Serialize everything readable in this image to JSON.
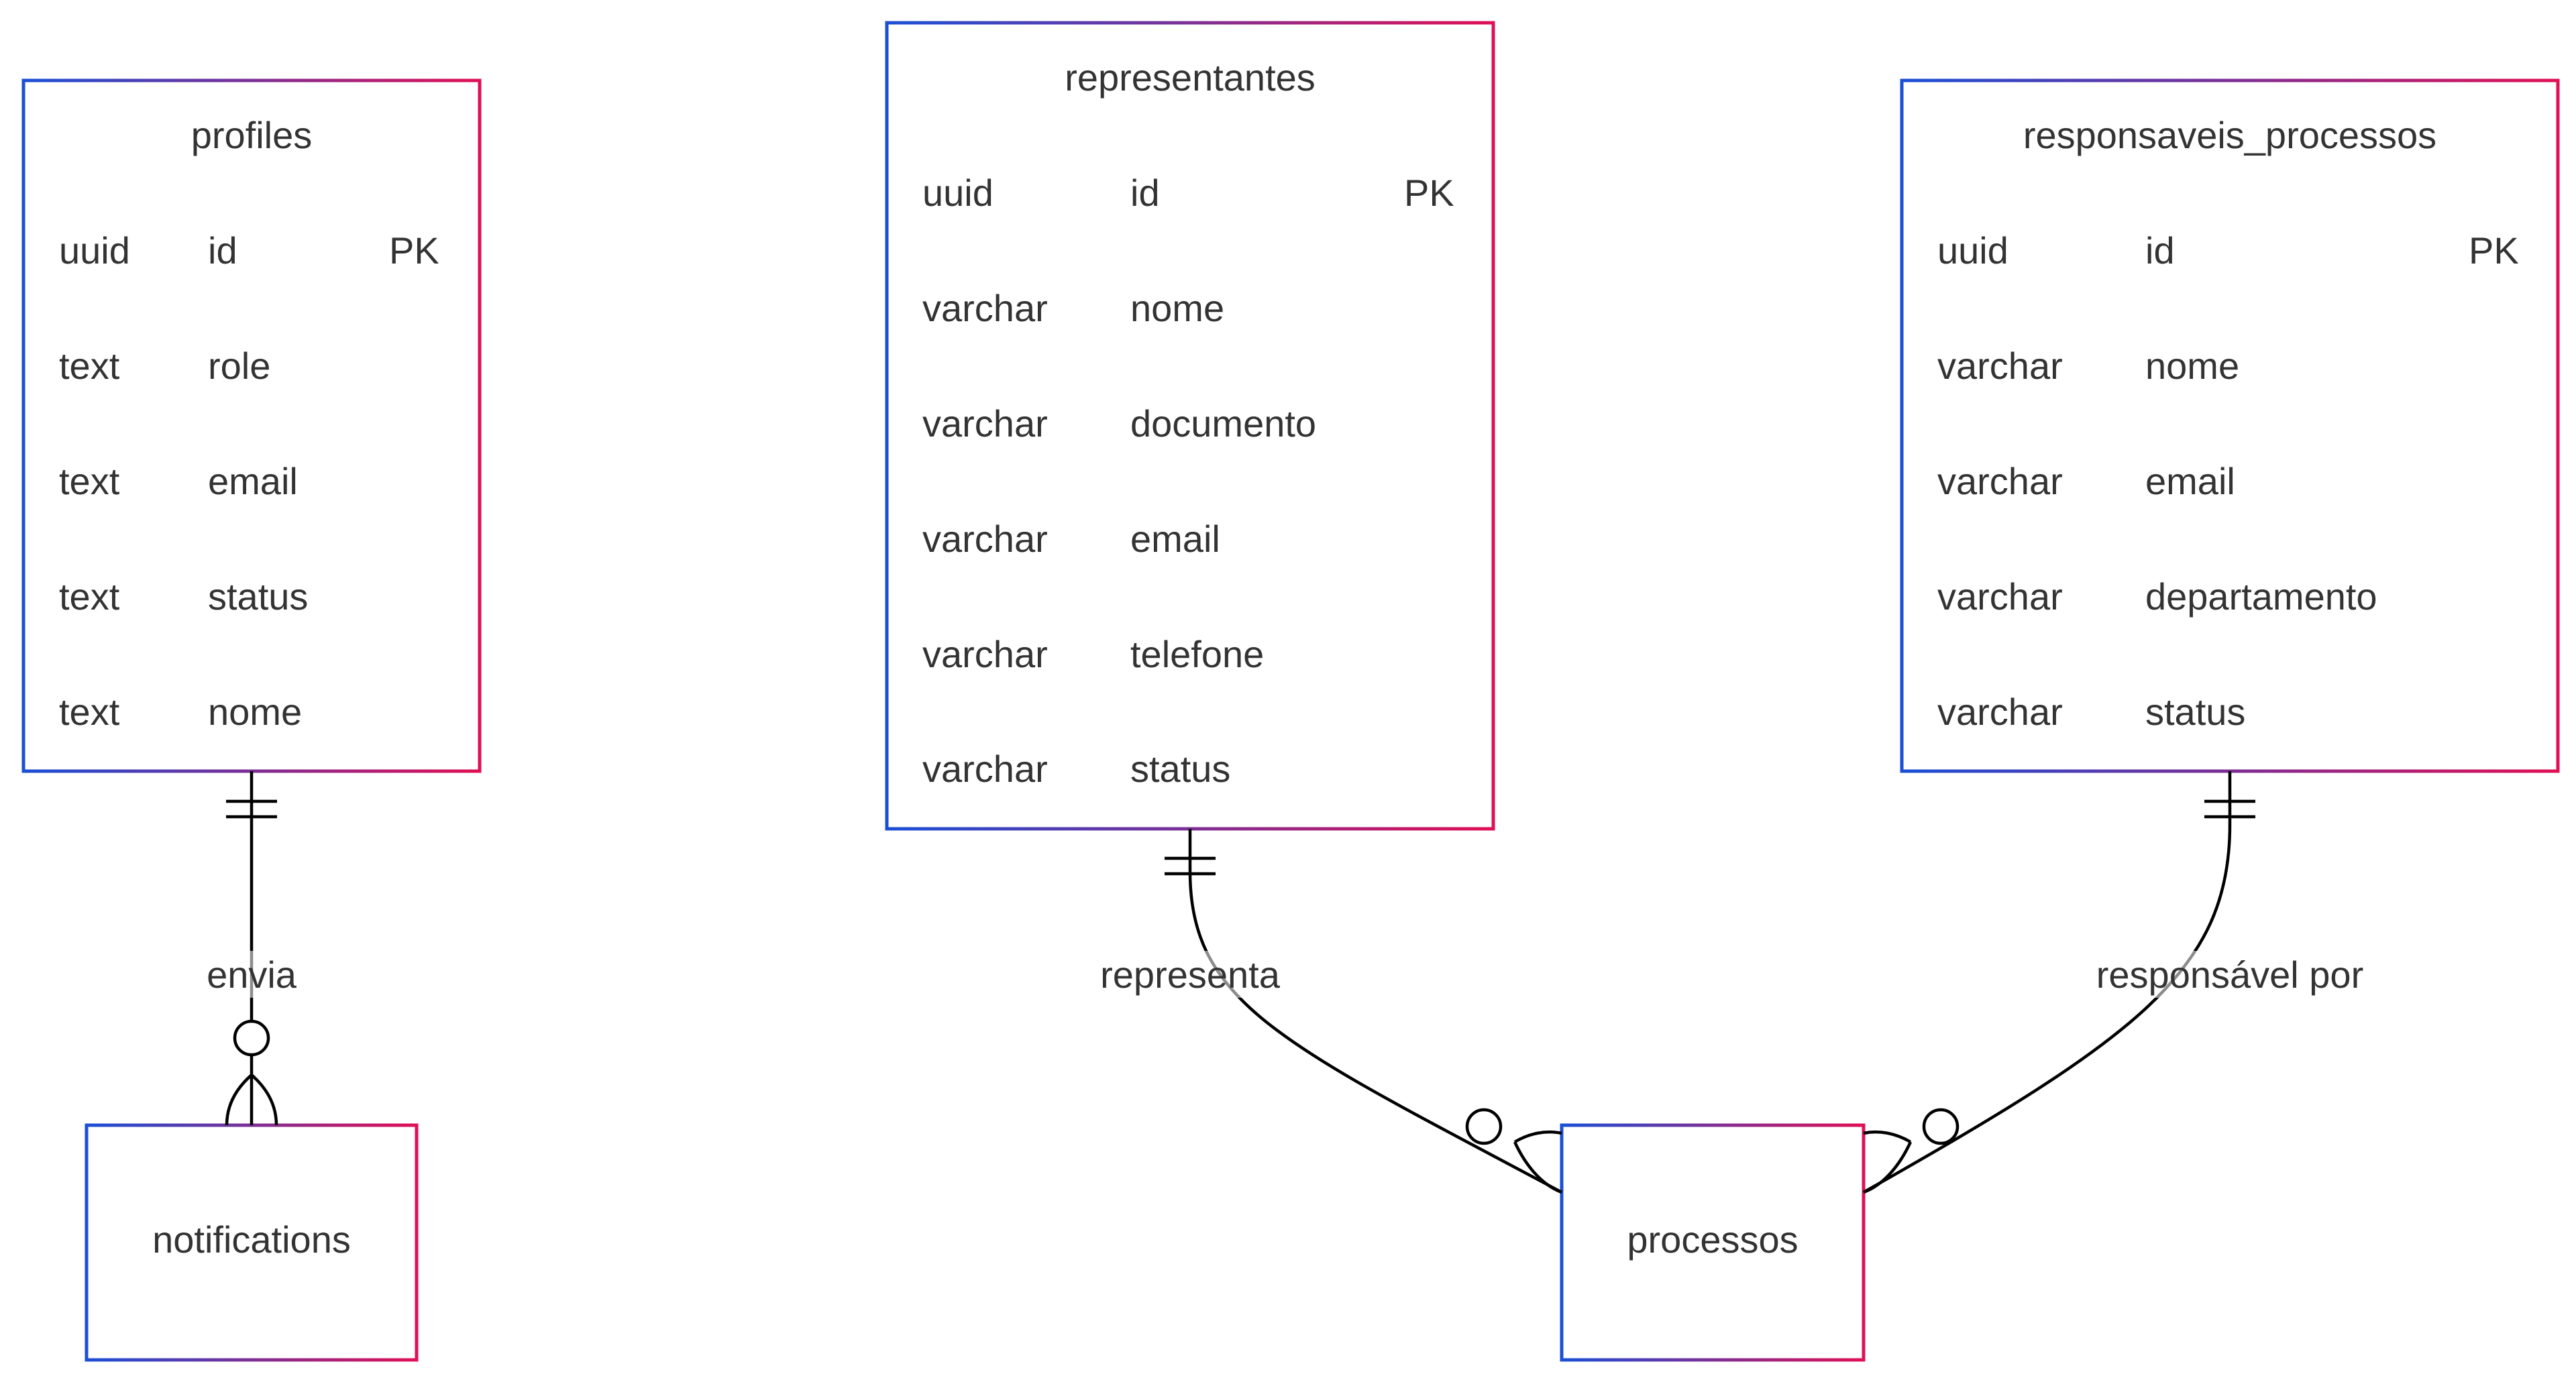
{
  "colors": {
    "border_start": "#1a4fd6",
    "border_end": "#e01055",
    "line": "#000000",
    "text": "#333333"
  },
  "entities": {
    "profiles": {
      "name": "profiles",
      "rows": [
        {
          "type": "uuid",
          "name": "id",
          "key": "PK"
        },
        {
          "type": "text",
          "name": "role",
          "key": ""
        },
        {
          "type": "text",
          "name": "email",
          "key": ""
        },
        {
          "type": "text",
          "name": "status",
          "key": ""
        },
        {
          "type": "text",
          "name": "nome",
          "key": ""
        }
      ]
    },
    "representantes": {
      "name": "representantes",
      "rows": [
        {
          "type": "uuid",
          "name": "id",
          "key": "PK"
        },
        {
          "type": "varchar",
          "name": "nome",
          "key": ""
        },
        {
          "type": "varchar",
          "name": "documento",
          "key": ""
        },
        {
          "type": "varchar",
          "name": "email",
          "key": ""
        },
        {
          "type": "varchar",
          "name": "telefone",
          "key": ""
        },
        {
          "type": "varchar",
          "name": "status",
          "key": ""
        }
      ]
    },
    "responsaveis_processos": {
      "name": "responsaveis_processos",
      "rows": [
        {
          "type": "uuid",
          "name": "id",
          "key": "PK"
        },
        {
          "type": "varchar",
          "name": "nome",
          "key": ""
        },
        {
          "type": "varchar",
          "name": "email",
          "key": ""
        },
        {
          "type": "varchar",
          "name": "departamento",
          "key": ""
        },
        {
          "type": "varchar",
          "name": "status",
          "key": ""
        }
      ]
    },
    "notifications": {
      "name": "notifications"
    },
    "processos": {
      "name": "processos"
    }
  },
  "relationships": {
    "envia": {
      "label": "envia",
      "from": "profiles",
      "to": "notifications",
      "cardinality": "one-to-zero-or-many"
    },
    "representa": {
      "label": "representa",
      "from": "representantes",
      "to": "processos",
      "cardinality": "one-to-zero-or-many"
    },
    "responsavel": {
      "label": "responsável por",
      "from": "responsaveis_processos",
      "to": "processos",
      "cardinality": "one-to-zero-or-many"
    }
  }
}
